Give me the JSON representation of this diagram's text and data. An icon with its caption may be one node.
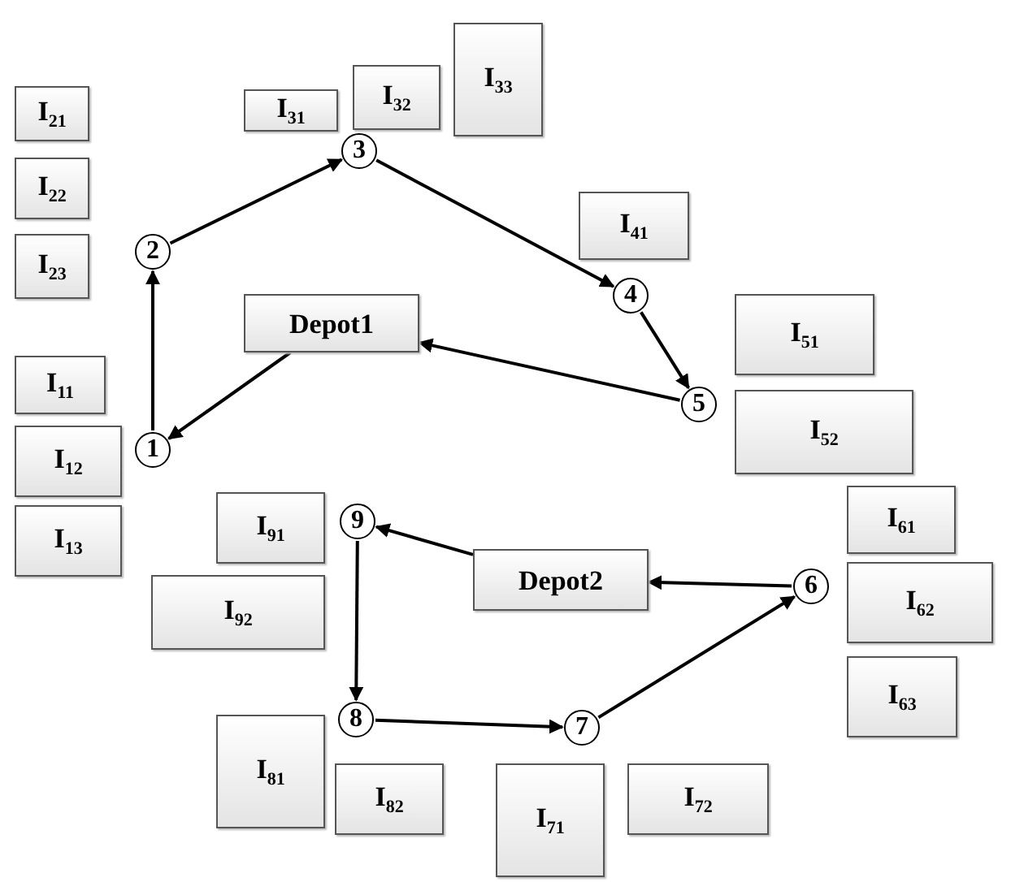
{
  "diagram": {
    "nodes": [
      {
        "text": [
          "1"
        ]
      },
      {
        "text": [
          "2"
        ]
      },
      {
        "text": [
          "3"
        ]
      },
      {
        "text": [
          "4"
        ]
      },
      {
        "text": [
          "5"
        ]
      },
      {
        "text": [
          "6"
        ]
      },
      {
        "text": [
          "7"
        ]
      },
      {
        "text": [
          "8"
        ]
      },
      {
        "text": [
          "9"
        ]
      },
      {
        "text": [
          "Depot1"
        ]
      },
      {
        "text": [
          "Depot2"
        ]
      },
      {
        "text": [
          "I$_{11}$"
        ]
      },
      {
        "text": [
          "I$_{12}$"
        ]
      },
      {
        "text": [
          "I$_{13}$"
        ]
      },
      {
        "text": [
          "I$_{21}$"
        ]
      },
      {
        "text": [
          "I$_{22}$"
        ]
      },
      {
        "text": [
          "I$_{23}$"
        ]
      },
      {
        "text": [
          "I$_{31}$"
        ]
      },
      {
        "text": [
          "I$_{32}$"
        ]
      },
      {
        "text": [
          "I$_{33}$"
        ]
      },
      {
        "text": [
          "I$_{41}$"
        ]
      },
      {
        "text": [
          "I$_{51}$"
        ]
      },
      {
        "text": [
          "I$_{52}$"
        ]
      },
      {
        "text": [
          "I$_{61}$"
        ]
      },
      {
        "text": [
          "I$_{62}$"
        ]
      },
      {
        "text": [
          "I$_{63}$"
        ]
      },
      {
        "text": [
          "I$_{71}$"
        ]
      },
      {
        "text": [
          "I$_{72}$"
        ]
      },
      {
        "text": [
          "I$_{81}$"
        ]
      },
      {
        "text": [
          "I$_{82}$"
        ]
      },
      {
        "text": [
          "I$_{91}$"
        ]
      },
      {
        "text": [
          "I$_{92}$"
        ]
      }
    ],
    "edges": [
      {
        "from": 0,
        "to": 1,
        "arrow": "to"
      },
      {
        "from": 1,
        "to": 2,
        "arrow": "to"
      },
      {
        "from": 2,
        "to": 3,
        "arrow": "to"
      },
      {
        "from": 3,
        "to": 4,
        "arrow": "to"
      },
      {
        "from": 4,
        "to": 9,
        "arrow": "to"
      },
      {
        "from": 9,
        "to": 0,
        "arrow": "to"
      },
      {
        "from": 10,
        "to": 8,
        "arrow": "to"
      },
      {
        "from": 8,
        "to": 7,
        "arrow": "to"
      },
      {
        "from": 7,
        "to": 6,
        "arrow": "to"
      },
      {
        "from": 6,
        "to": 5,
        "arrow": "to"
      },
      {
        "from": 5,
        "to": 10,
        "arrow": "to"
      }
    ]
  }
}
